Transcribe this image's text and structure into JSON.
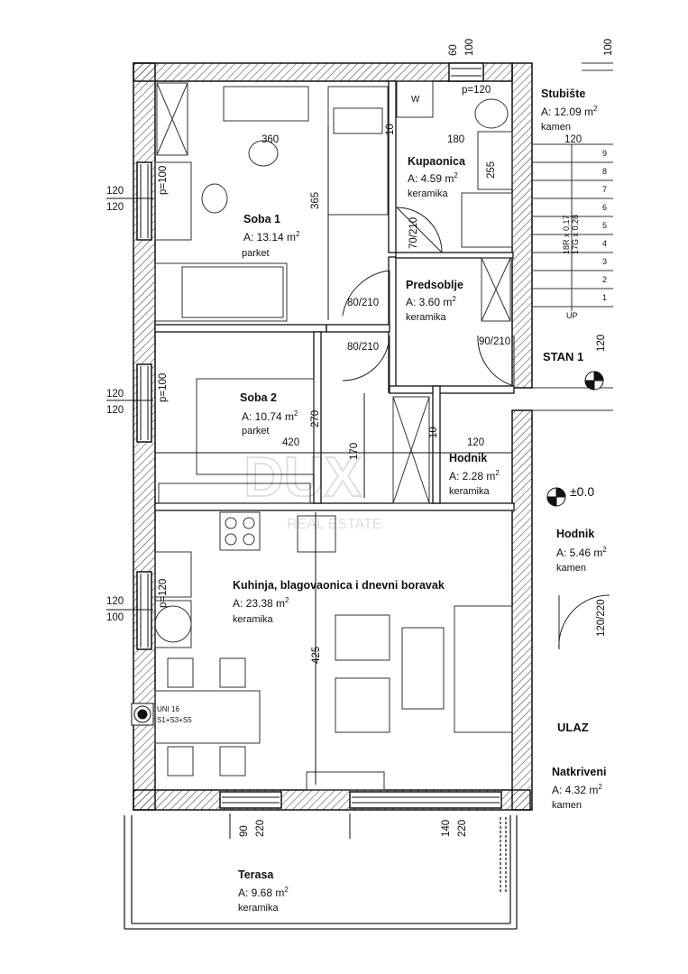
{
  "rooms": {
    "soba1": {
      "name": "Soba 1",
      "area": "A: 13.14  m",
      "material": "parket"
    },
    "soba2": {
      "name": "Soba 2",
      "area": "A: 10.74  m",
      "material": "parket"
    },
    "kupaonica": {
      "name": "Kupaonica",
      "area": "A: 4.59  m",
      "material": "keramika"
    },
    "predsoblje": {
      "name": "Predsoblje",
      "area": "A: 3.60  m",
      "material": "keramika"
    },
    "hodnik_in": {
      "name": "Hodnik",
      "area": "A: 2.28  m",
      "material": "keramika"
    },
    "kuhinja": {
      "name": "Kuhinja, blagovaonica i dnevni boravak",
      "area": "A: 23.38  m",
      "material": "keramika"
    },
    "terasa": {
      "name": "Terasa",
      "area": "A: 9.68  m",
      "material": "keramika"
    },
    "stubiste": {
      "name": "Stubište",
      "area": "A: 12.09  m",
      "material": "kamen"
    },
    "hodnik_out": {
      "name": "Hodnik",
      "area": "A: 5.46  m",
      "material": "kamen"
    },
    "natkriveni": {
      "name": "Natkriveni",
      "area": "A: 4.32  m",
      "material": "kamen"
    }
  },
  "area_unit_exp": "2",
  "labels": {
    "stan": "STAN 1",
    "ulaz": "ULAZ",
    "level": "±0.0",
    "up": "UP",
    "uni_line1": "UNI 16",
    "uni_line2": "S1+S3+S5",
    "stairs_1": "18R x 0.17",
    "stairs_2": "17G x 0.28",
    "watermark": "DUX",
    "watermark_sub": "REAL ESTATE",
    "wc_w": "W"
  },
  "dims": {
    "top_60": "60",
    "top_100": "100",
    "top_right_100": "100",
    "p120_bath": "p=120",
    "d360": "360",
    "d365": "365",
    "d180": "180",
    "d255": "255",
    "d7210": "70/210",
    "d80210_a": "80/210",
    "d80210_b": "80/210",
    "d90210": "90/210",
    "d270": "270",
    "d420": "420",
    "d170": "170",
    "d10_a": "10",
    "d10_b": "10",
    "d120_h": "120",
    "d425": "425",
    "d120_stair": "120",
    "d120_stan": "120",
    "d120220": "120/220",
    "left_120_a": "120",
    "left_120_b": "120",
    "p100_a": "p=100",
    "left_120_c": "120",
    "left_120_d": "120",
    "p100_b": "p=100",
    "left_120_e": "120",
    "left_100": "100",
    "p120_k": "p=120",
    "bot_90": "90",
    "bot_220_a": "220",
    "bot_140": "140",
    "bot_220_b": "220",
    "stair_nums": [
      "9",
      "8",
      "7",
      "6",
      "5",
      "4",
      "3",
      "2",
      "1"
    ]
  }
}
